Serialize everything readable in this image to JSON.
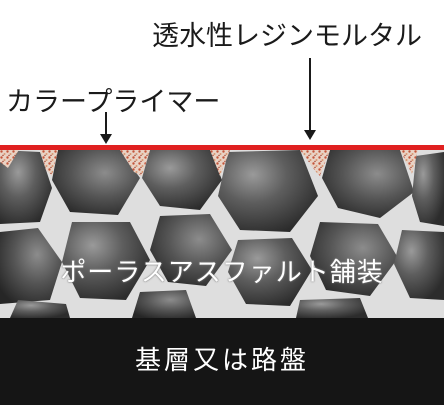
{
  "labels": {
    "resin_mortar": "透水性レジンモルタル",
    "color_primer": "カラープライマー"
  },
  "layers": {
    "porous_asphalt": "ポーラスアスファルト舗装",
    "base": "基層又は路盤"
  },
  "colors": {
    "primer": "#e02020",
    "base_layer": "#151515",
    "aggregate": "#5a5a5a",
    "binder_gap": "#d9d9d9",
    "resin_dots": "#c77a5a"
  }
}
